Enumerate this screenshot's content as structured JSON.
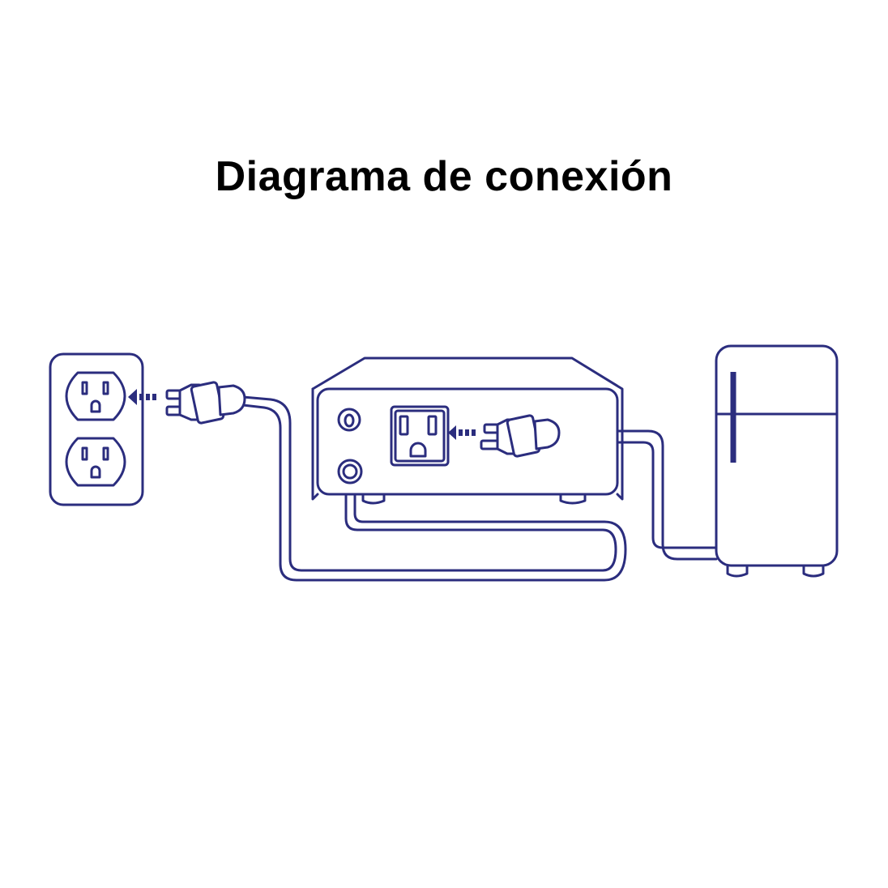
{
  "title": "Diagrama de conexión",
  "colors": {
    "line": "#2b2d7e",
    "title": "#000000",
    "background": "#ffffff"
  },
  "components": {
    "wall_outlet": "duplex-wall-outlet",
    "device": "voltage-regulator",
    "appliance": "refrigerator"
  }
}
